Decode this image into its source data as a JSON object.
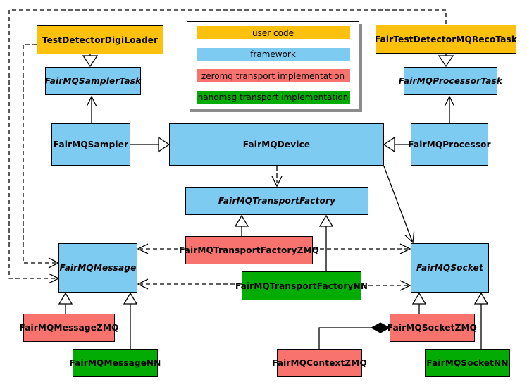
{
  "colors": {
    "user_code": "#FBC10D",
    "framework": "#7ECBF1",
    "zeromq": "#F9736E",
    "nanomsg": "#02AC02",
    "border": "#000000",
    "background": "#FFFFFF"
  },
  "legend": {
    "items": [
      {
        "label": "user code"
      },
      {
        "label": "framework"
      },
      {
        "label": "zeromq transport implementation"
      },
      {
        "label": "nanomsg transport implementation"
      }
    ]
  },
  "nodes": {
    "test_detector_digi_loader": {
      "label": "TestDetectorDigiLoader",
      "category": "user code",
      "abstract": false
    },
    "fair_test_detector_mq_reco_task": {
      "label": "FairTestDetectorMQRecoTask",
      "category": "user code",
      "abstract": false
    },
    "fairmq_sampler_task": {
      "label": "FairMQSamplerTask",
      "category": "framework",
      "abstract": true
    },
    "fairmq_processor_task": {
      "label": "FairMQProcessorTask",
      "category": "framework",
      "abstract": true
    },
    "fairmq_sampler": {
      "label": "FairMQSampler",
      "category": "framework",
      "abstract": false
    },
    "fairmq_device": {
      "label": "FairMQDevice",
      "category": "framework",
      "abstract": false
    },
    "fairmq_processor": {
      "label": "FairMQProcessor",
      "category": "framework",
      "abstract": false
    },
    "fairmq_transport_factory": {
      "label": "FairMQTransportFactory",
      "category": "framework",
      "abstract": true
    },
    "fairmq_transport_factory_zmq": {
      "label": "FairMQTransportFactoryZMQ",
      "category": "zeromq",
      "abstract": false
    },
    "fairmq_transport_factory_nn": {
      "label": "FairMQTransportFactoryNN",
      "category": "nanomsg",
      "abstract": false
    },
    "fairmq_message": {
      "label": "FairMQMessage",
      "category": "framework",
      "abstract": true
    },
    "fairmq_socket": {
      "label": "FairMQSocket",
      "category": "framework",
      "abstract": true
    },
    "fairmq_message_zmq": {
      "label": "FairMQMessageZMQ",
      "category": "zeromq",
      "abstract": false
    },
    "fairmq_message_nn": {
      "label": "FairMQMessageNN",
      "category": "nanomsg",
      "abstract": false
    },
    "fairmq_context_zmq": {
      "label": "FairMQContextZMQ",
      "category": "zeromq",
      "abstract": false
    },
    "fairmq_socket_zmq": {
      "label": "FairMQSocketZMQ",
      "category": "zeromq",
      "abstract": false
    },
    "fairmq_socket_nn": {
      "label": "FairMQSocketNN",
      "category": "nanomsg",
      "abstract": false
    }
  },
  "edges": [
    {
      "from": "TestDetectorDigiLoader",
      "to": "FairMQSamplerTask",
      "type": "generalization"
    },
    {
      "from": "FairTestDetectorMQRecoTask",
      "to": "FairMQProcessorTask",
      "type": "generalization"
    },
    {
      "from": "FairMQSampler",
      "to": "FairMQDevice",
      "type": "generalization"
    },
    {
      "from": "FairMQProcessor",
      "to": "FairMQDevice",
      "type": "generalization"
    },
    {
      "from": "FairMQSampler",
      "to": "FairMQSamplerTask",
      "type": "association"
    },
    {
      "from": "FairMQProcessor",
      "to": "FairMQProcessorTask",
      "type": "association"
    },
    {
      "from": "FairMQDevice",
      "to": "FairMQTransportFactory",
      "type": "dependency"
    },
    {
      "from": "FairMQDevice",
      "to": "FairMQSocket",
      "type": "association"
    },
    {
      "from": "FairMQTransportFactoryZMQ",
      "to": "FairMQTransportFactory",
      "type": "generalization"
    },
    {
      "from": "FairMQTransportFactoryNN",
      "to": "FairMQTransportFactory",
      "type": "generalization"
    },
    {
      "from": "FairMQTransportFactoryZMQ",
      "to": "FairMQMessage",
      "type": "dependency"
    },
    {
      "from": "FairMQTransportFactoryZMQ",
      "to": "FairMQSocket",
      "type": "dependency"
    },
    {
      "from": "FairMQTransportFactoryNN",
      "to": "FairMQMessage",
      "type": "dependency"
    },
    {
      "from": "FairMQTransportFactoryNN",
      "to": "FairMQSocket",
      "type": "dependency"
    },
    {
      "from": "TestDetectorDigiLoader",
      "to": "FairMQMessage",
      "type": "dependency"
    },
    {
      "from": "FairTestDetectorMQRecoTask",
      "to": "FairMQMessage",
      "type": "dependency"
    },
    {
      "from": "FairMQMessageZMQ",
      "to": "FairMQMessage",
      "type": "generalization"
    },
    {
      "from": "FairMQMessageNN",
      "to": "FairMQMessage",
      "type": "generalization"
    },
    {
      "from": "FairMQSocketZMQ",
      "to": "FairMQSocket",
      "type": "generalization"
    },
    {
      "from": "FairMQSocketNN",
      "to": "FairMQSocket",
      "type": "generalization"
    },
    {
      "from": "FairMQContextZMQ",
      "to": "FairMQSocketZMQ",
      "type": "composition"
    }
  ]
}
